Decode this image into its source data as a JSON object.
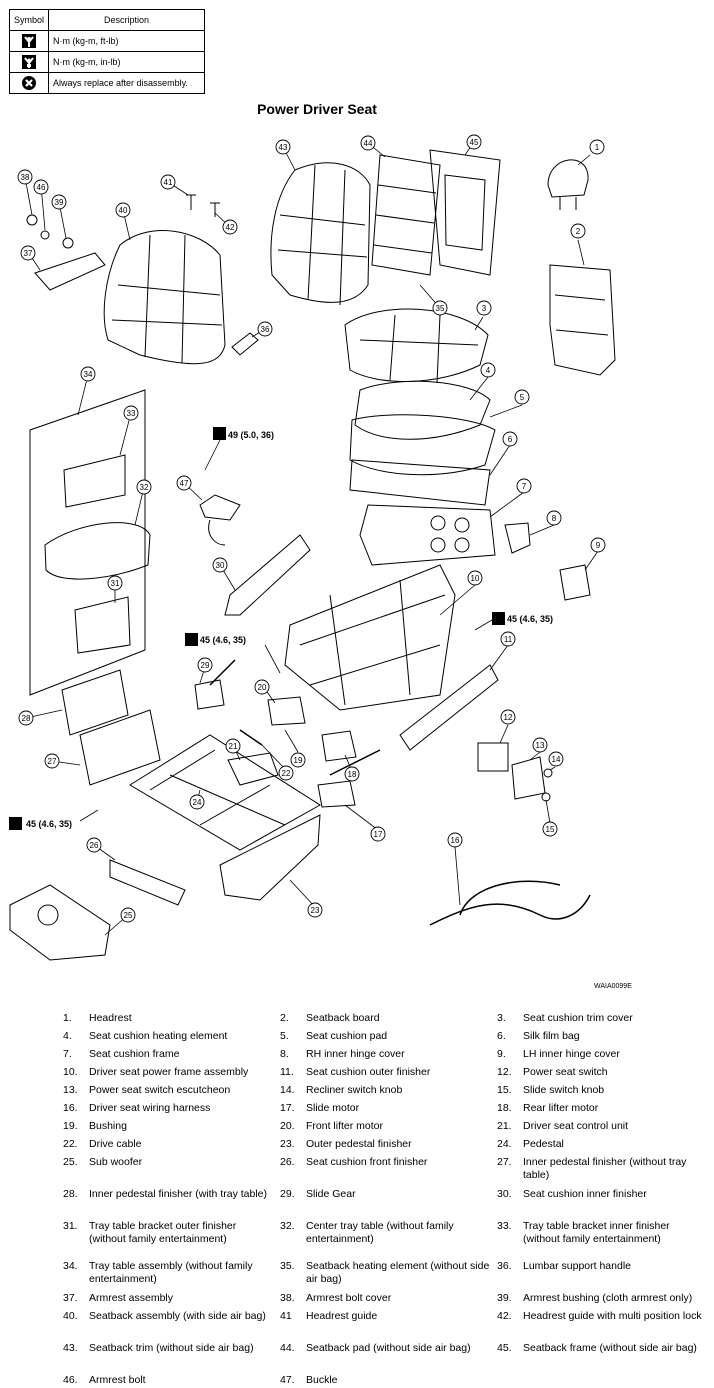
{
  "legend": {
    "header_symbol": "Symbol",
    "header_description": "Description",
    "rows": [
      {
        "icon": "torque-wrench-icon",
        "description": "N·m (kg-m, ft-lb)"
      },
      {
        "icon": "torque-wrench-small-icon",
        "description": "N·m (kg-m, in-lb)"
      },
      {
        "icon": "replace-after-disassembly-icon",
        "description": "Always replace after disassembly."
      }
    ]
  },
  "title": "Power Driver Seat",
  "torque_labels": {
    "t49": "49 (5.0, 36)",
    "t45a": "45 (4.6, 35)",
    "t45b": "45 (4.6, 35)",
    "t45c": "45 (4.6, 35)"
  },
  "diagram_code": "WAIA0099E",
  "callouts": [
    "1",
    "2",
    "3",
    "4",
    "5",
    "6",
    "7",
    "8",
    "9",
    "10",
    "11",
    "12",
    "13",
    "14",
    "15",
    "16",
    "17",
    "18",
    "19",
    "20",
    "21",
    "22",
    "23",
    "24",
    "25",
    "26",
    "27",
    "28",
    "29",
    "30",
    "31",
    "32",
    "33",
    "34",
    "35",
    "36",
    "37",
    "38",
    "39",
    "40",
    "41",
    "42",
    "43",
    "44",
    "45",
    "46",
    "47"
  ],
  "parts": [
    {
      "num": "1.",
      "name": "Headrest"
    },
    {
      "num": "2.",
      "name": "Seatback board"
    },
    {
      "num": "3.",
      "name": "Seat cushion trim cover"
    },
    {
      "num": "4.",
      "name": "Seat cushion heating element"
    },
    {
      "num": "5.",
      "name": "Seat cushion pad"
    },
    {
      "num": "6.",
      "name": "Silk film bag"
    },
    {
      "num": "7.",
      "name": "Seat cushion frame"
    },
    {
      "num": "8.",
      "name": "RH inner hinge cover"
    },
    {
      "num": "9.",
      "name": "LH inner hinge cover"
    },
    {
      "num": "10.",
      "name": "Driver seat power frame assembly"
    },
    {
      "num": "11.",
      "name": "Seat cushion outer finisher"
    },
    {
      "num": "12.",
      "name": "Power seat switch"
    },
    {
      "num": "13.",
      "name": "Power seat switch escutcheon"
    },
    {
      "num": "14.",
      "name": "Recliner switch knob"
    },
    {
      "num": "15.",
      "name": "Slide switch knob"
    },
    {
      "num": "16.",
      "name": "Driver seat wiring harness"
    },
    {
      "num": "17.",
      "name": "Slide motor"
    },
    {
      "num": "18.",
      "name": "Rear lifter motor"
    },
    {
      "num": "19.",
      "name": "Bushing"
    },
    {
      "num": "20.",
      "name": "Front lifter motor"
    },
    {
      "num": "21.",
      "name": "Driver seat control unit"
    },
    {
      "num": "22.",
      "name": "Drive cable"
    },
    {
      "num": "23.",
      "name": "Outer pedestal finisher"
    },
    {
      "num": "24.",
      "name": "Pedestal"
    },
    {
      "num": "25.",
      "name": "Sub woofer"
    },
    {
      "num": "26.",
      "name": "Seat cushion front finisher"
    },
    {
      "num": "27.",
      "name": "Inner pedestal finisher (without tray table)"
    },
    {
      "num": "28.",
      "name": "Inner pedestal finisher (with  tray table)"
    },
    {
      "num": "29.",
      "name": "Slide Gear"
    },
    {
      "num": "30.",
      "name": "Seat cushion inner finisher"
    },
    {
      "num": "31.",
      "name": "Tray table bracket outer finisher (without family entertainment)"
    },
    {
      "num": "32.",
      "name": "Center tray table (without family entertainment)"
    },
    {
      "num": "33.",
      "name": "Tray table bracket inner finisher (without family entertainment)"
    },
    {
      "num": "34.",
      "name": "Tray table assembly (without family entertainment)"
    },
    {
      "num": "35.",
      "name": "Seatback heating element (without side air bag)"
    },
    {
      "num": "36.",
      "name": "Lumbar support handle"
    },
    {
      "num": "37.",
      "name": "Armrest assembly"
    },
    {
      "num": "38.",
      "name": "Armrest bolt cover"
    },
    {
      "num": "39.",
      "name": "Armrest bushing (cloth armrest only)"
    },
    {
      "num": "40.",
      "name": "Seatback assembly (with side air bag)"
    },
    {
      "num": "41",
      "name": "Headrest guide"
    },
    {
      "num": "42.",
      "name": "Headrest guide with multi position lock"
    },
    {
      "num": "43.",
      "name": "Seatback trim (without side air bag)"
    },
    {
      "num": "44.",
      "name": "Seatback pad (without side air bag)"
    },
    {
      "num": "45.",
      "name": "Seatback frame (without side air bag)"
    },
    {
      "num": "46.",
      "name": "Armrest bolt"
    },
    {
      "num": "47.",
      "name": "Buckle"
    }
  ]
}
